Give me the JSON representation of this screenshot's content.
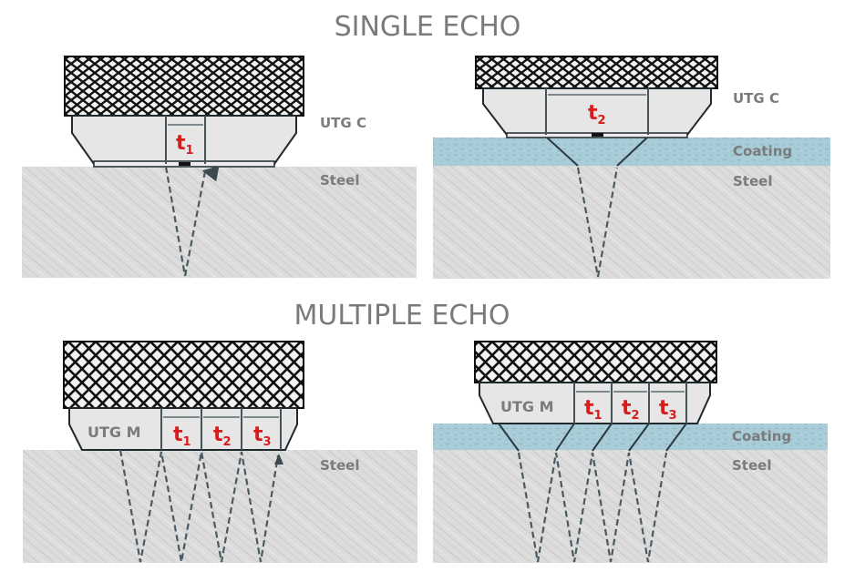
{
  "titles": {
    "single": "SINGLE ECHO",
    "multiple": "MULTIPLE ECHO"
  },
  "panels": [
    {
      "id": "single-steel",
      "gauge_label": "UTG C",
      "layers": [
        "Steel"
      ],
      "times": [
        {
          "t": "t",
          "sub": "1"
        }
      ]
    },
    {
      "id": "single-coated",
      "gauge_label": "UTG C",
      "layers": [
        "Coating",
        "Steel"
      ],
      "times": [
        {
          "t": "t",
          "sub": "2"
        }
      ]
    },
    {
      "id": "multiple-steel",
      "gauge_label": "UTG M",
      "layers": [
        "Steel"
      ],
      "times": [
        {
          "t": "t",
          "sub": "1"
        },
        {
          "t": "t",
          "sub": "2"
        },
        {
          "t": "t",
          "sub": "3"
        }
      ]
    },
    {
      "id": "multiple-coated",
      "gauge_label": "UTG M",
      "layers": [
        "Coating",
        "Steel"
      ],
      "times": [
        {
          "t": "t",
          "sub": "1"
        },
        {
          "t": "t",
          "sub": "2"
        },
        {
          "t": "t",
          "sub": "3"
        }
      ]
    }
  ],
  "colors": {
    "time_label": "#d81c1c",
    "label_gray": "#7b7b7b",
    "steel": "#d9d9d9",
    "coating": "#a9cdd8",
    "beam": "#4a5a60",
    "probe_body": "#e6e6e6"
  }
}
